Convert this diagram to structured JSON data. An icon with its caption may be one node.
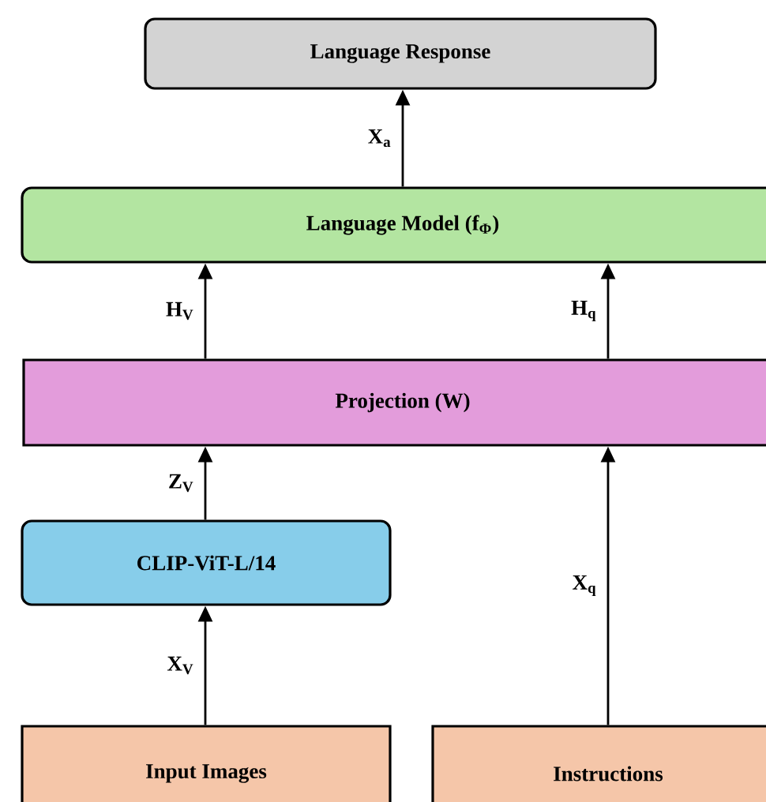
{
  "diagram": {
    "nodes": [
      {
        "text": [
          "Language Response"
        ]
      },
      {
        "text": [
          "Language Model (f$_{Φ}$)"
        ]
      },
      {
        "text": [
          "Projection (W)"
        ]
      },
      {
        "text": [
          "CLIP-ViT-L/14"
        ]
      },
      {
        "text": [
          "Input Images"
        ]
      },
      {
        "text": [
          "Instructions"
        ]
      }
    ],
    "edges": [
      {
        "from": 1,
        "to": 0,
        "arrow": "to",
        "label": "X$_{a}$"
      },
      {
        "from": 2,
        "to": 1,
        "arrow": "to",
        "label": "H$_{V}$"
      },
      {
        "from": 2,
        "to": 1,
        "arrow": "to",
        "label": "H$_{q}$"
      },
      {
        "from": 3,
        "to": 2,
        "arrow": "to",
        "label": "Z$_{V}$"
      },
      {
        "from": 4,
        "to": 3,
        "arrow": "to",
        "label": "X$_{V}$"
      },
      {
        "from": 5,
        "to": 2,
        "arrow": "to",
        "label": "X$_{q}$"
      }
    ]
  }
}
